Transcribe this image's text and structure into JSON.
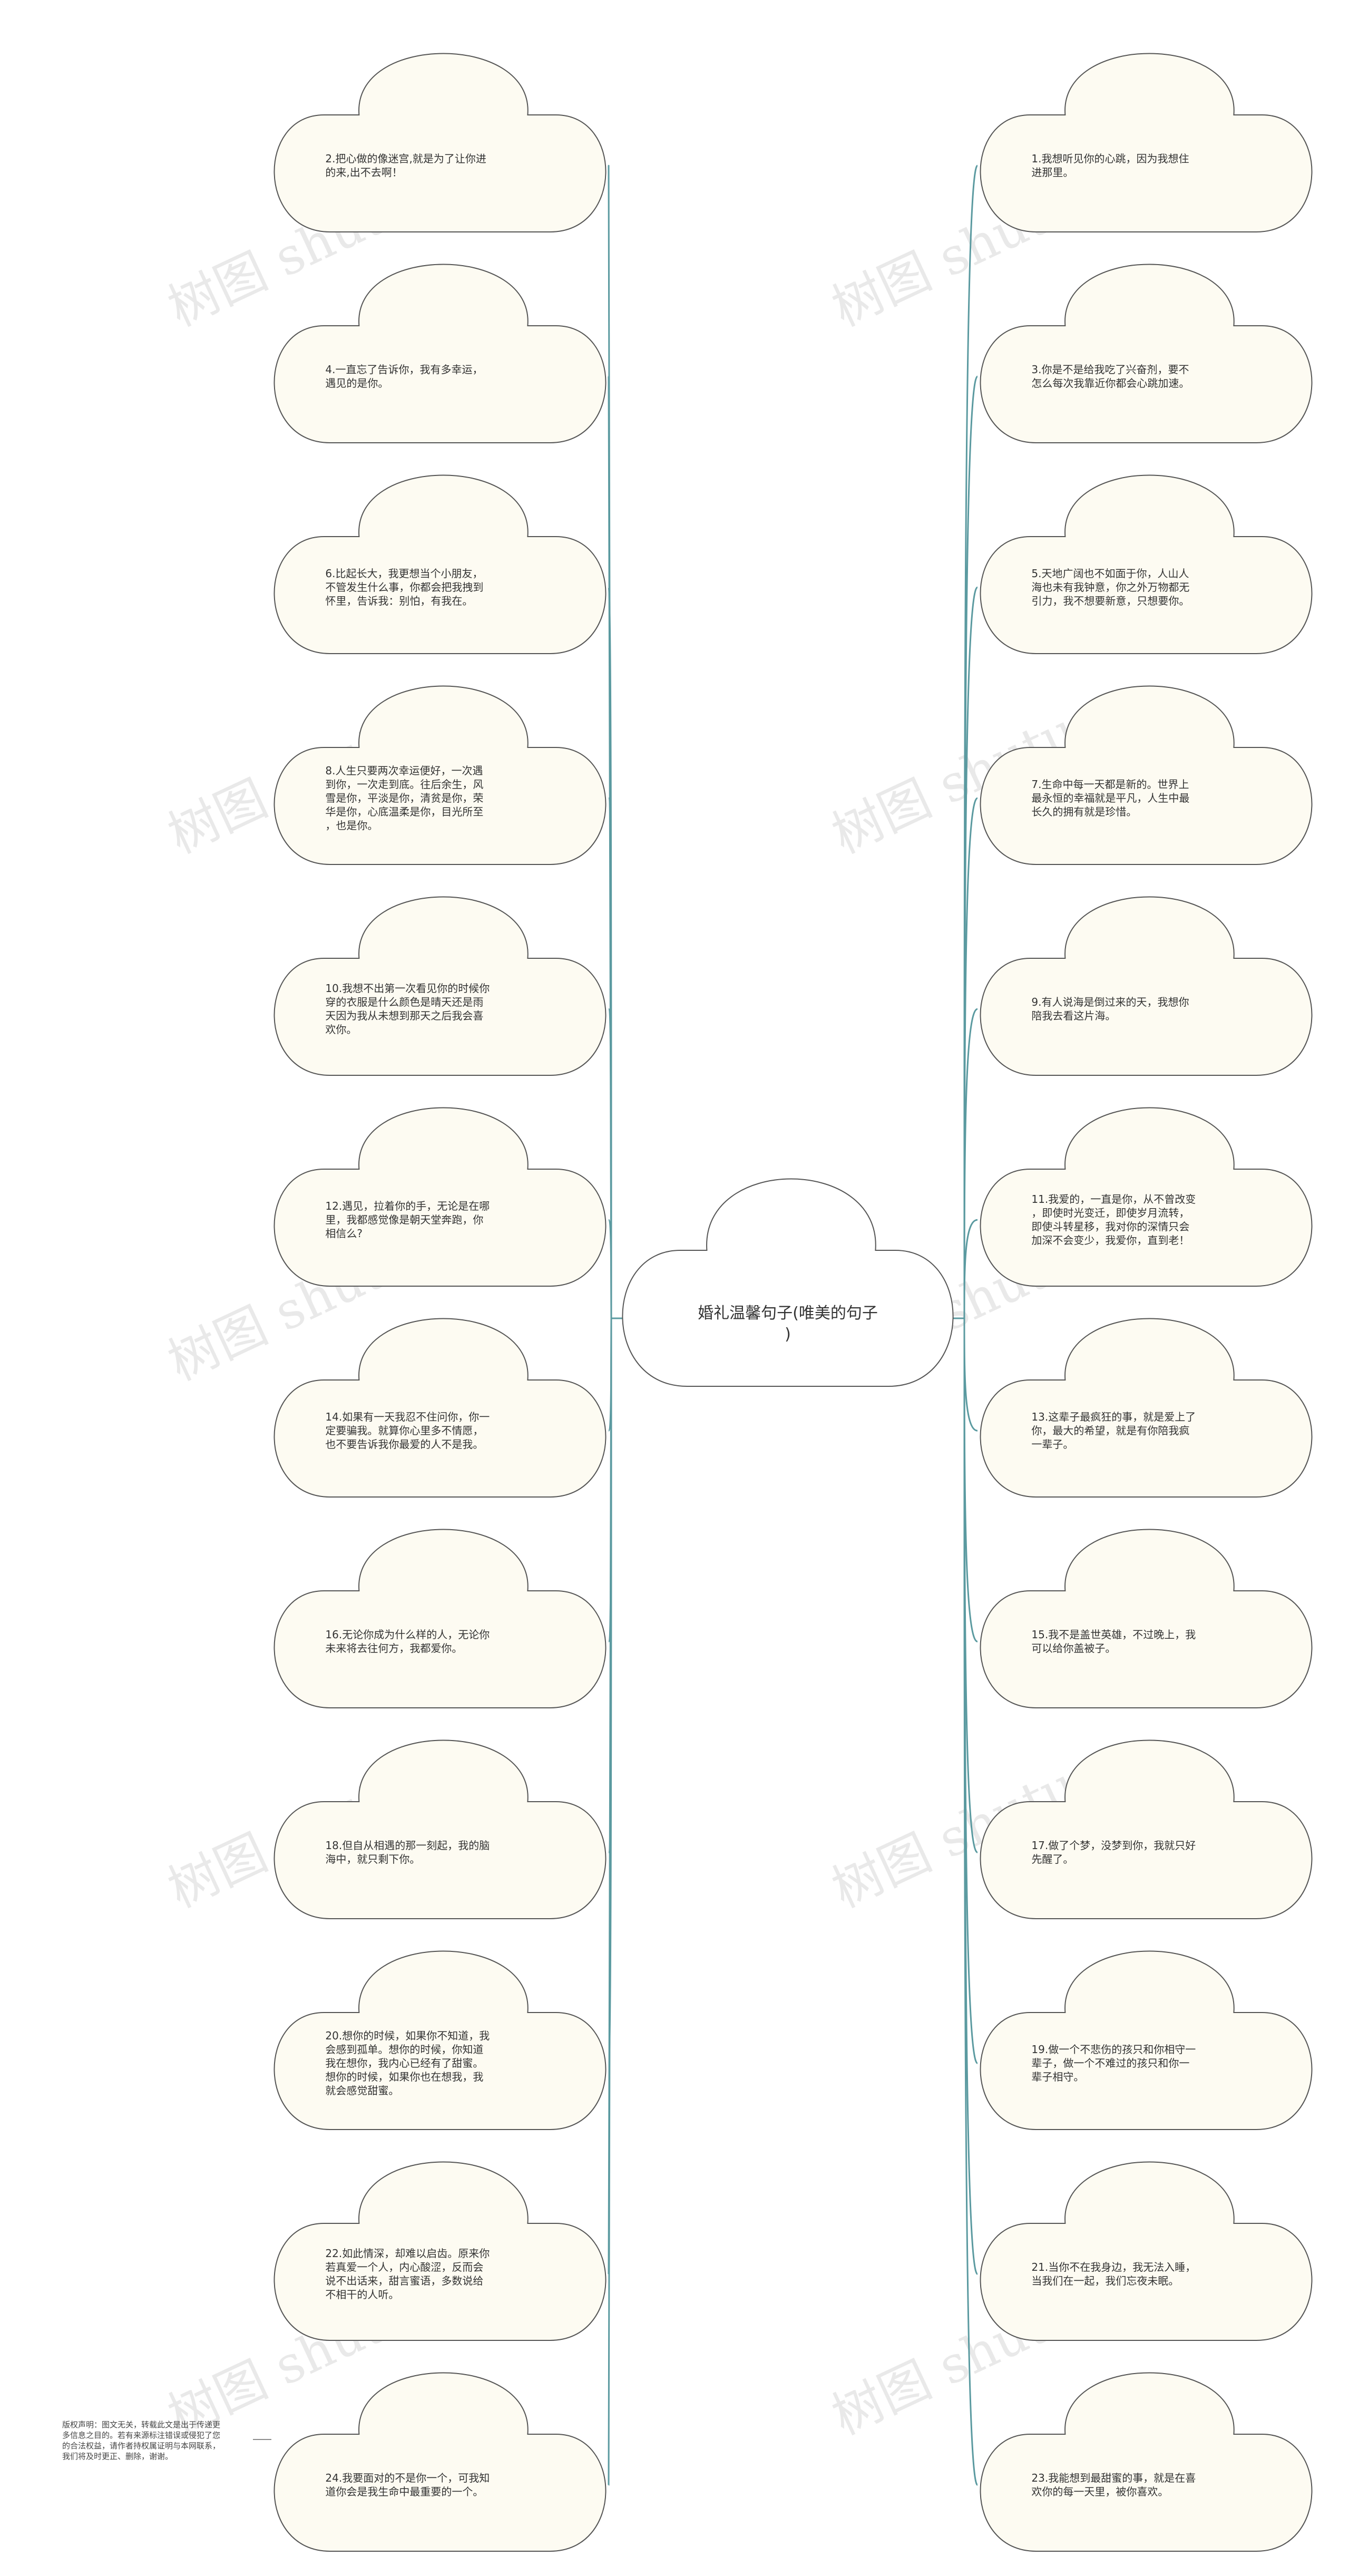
{
  "center": {
    "lines": [
      "婚礼温馨句子(唯美的句子",
      ")"
    ]
  },
  "watermark": {
    "text": "树图 shutu.cn"
  },
  "copyright": {
    "lines": [
      "版权声明：图文无关，转载此文是出于传递更",
      "多信息之目的。若有来源标注错误或侵犯了您",
      "的合法权益，请作者持权属证明与本网联系，",
      "我们将及时更正、删除，谢谢。"
    ]
  },
  "colors": {
    "line": "#5b9aa0",
    "cloud_fill": "#fdfbf2",
    "cloud_stroke": "#555555"
  },
  "left_nodes": [
    {
      "lines": [
        "2.把心做的像迷宫,就是为了让你进",
        "的来,出不去啊！"
      ]
    },
    {
      "lines": [
        "4.一直忘了告诉你，我有多幸运，",
        "遇见的是你。"
      ]
    },
    {
      "lines": [
        "6.比起长大，我更想当个小朋友，",
        "不管发生什么事，你都会把我拽到",
        "怀里，告诉我：别怕，有我在。"
      ]
    },
    {
      "lines": [
        "8.人生只要两次幸运便好，一次遇",
        "到你，一次走到底。往后余生，风",
        "雪是你，平淡是你，清贫是你，荣",
        "华是你，心底温柔是你，目光所至",
        "，也是你。"
      ]
    },
    {
      "lines": [
        "10.我想不出第一次看见你的时候你",
        "穿的衣服是什么颜色是晴天还是雨",
        "天因为我从未想到那天之后我会喜",
        "欢你。"
      ]
    },
    {
      "lines": [
        "12.遇见，拉着你的手，无论是在哪",
        "里，我都感觉像是朝天堂奔跑，你",
        "相信么?"
      ]
    },
    {
      "lines": [
        "14.如果有一天我忍不住问你，你一",
        "定要骗我。就算你心里多不情愿，",
        "也不要告诉我你最爱的人不是我。"
      ]
    },
    {
      "lines": [
        "16.无论你成为什么样的人，无论你",
        "未来将去往何方，我都爱你。"
      ]
    },
    {
      "lines": [
        "18.但自从相遇的那一刻起，我的脑",
        "海中，就只剩下你。"
      ]
    },
    {
      "lines": [
        "20.想你的时候，如果你不知道，我",
        "会感到孤单。想你的时候，你知道",
        "我在想你，我内心已经有了甜蜜。",
        "想你的时候，如果你也在想我，我",
        "就会感觉甜蜜。"
      ]
    },
    {
      "lines": [
        "22.如此情深，却难以启齿。原来你",
        "若真爱一个人，内心酸涩，反而会",
        "说不出话来，甜言蜜语，多数说给",
        "不相干的人听。"
      ]
    },
    {
      "lines": [
        "24.我要面对的不是你一个，可我知",
        "道你会是我生命中最重要的一个。"
      ]
    }
  ],
  "right_nodes": [
    {
      "lines": [
        "1.我想听见你的心跳，因为我想住",
        "进那里。"
      ]
    },
    {
      "lines": [
        "3.你是不是给我吃了兴奋剂，要不",
        "怎么每次我靠近你都会心跳加速。"
      ]
    },
    {
      "lines": [
        "5.天地广阔也不如面于你，人山人",
        "海也未有我钟意，你之外万物都无",
        "引力，我不想要新意，只想要你。"
      ]
    },
    {
      "lines": [
        "7.生命中每一天都是新的。世界上",
        "最永恒的幸福就是平凡，人生中最",
        "长久的拥有就是珍惜。"
      ]
    },
    {
      "lines": [
        "9.有人说海是倒过来的天，我想你",
        "陪我去看这片海。"
      ]
    },
    {
      "lines": [
        "11.我爱的，一直是你，从不曾改变",
        "，即使时光变迁，即使岁月流转，",
        "即使斗转星移，我对你的深情只会",
        "加深不会变少，我爱你，直到老！"
      ]
    },
    {
      "lines": [
        "13.这辈子最疯狂的事，就是爱上了",
        "你，最大的希望，就是有你陪我疯",
        "一辈子。"
      ]
    },
    {
      "lines": [
        "15.我不是盖世英雄，不过晚上，我",
        "可以给你盖被子。"
      ]
    },
    {
      "lines": [
        "17.做了个梦，没梦到你，我就只好",
        "先醒了。"
      ]
    },
    {
      "lines": [
        "19.做一个不悲伤的孩只和你相守一",
        "辈子，做一个不难过的孩只和你一",
        "辈子相守。"
      ]
    },
    {
      "lines": [
        "21.当你不在我身边，我无法入睡，",
        "当我们在一起，我们忘夜未眠。"
      ]
    },
    {
      "lines": [
        "23.我能想到最甜蜜的事，就是在喜",
        "欢你的每一天里，被你喜欢。"
      ]
    }
  ]
}
